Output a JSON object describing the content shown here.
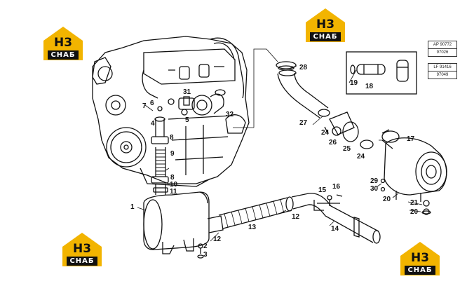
{
  "brand": {
    "logo_glyph": "H3",
    "logo_word": "СНАБ",
    "accent_color": "#f2b400",
    "ink_color": "#111111"
  },
  "ref_tables": [
    {
      "rows": [
        "AP 90772",
        "97026"
      ]
    },
    {
      "rows": [
        "LF 91416",
        "97049"
      ]
    }
  ],
  "callouts": {
    "c1": "1",
    "c2": "2",
    "c3": "3",
    "c4": "4",
    "c5": "5",
    "c6": "6",
    "c7": "7",
    "c8a": "8",
    "c8b": "8",
    "c9": "9",
    "c10": "10",
    "c11": "11",
    "c12a": "12",
    "c12b": "12",
    "c13": "13",
    "c14": "14",
    "c15": "15",
    "c16": "16",
    "c17": "17",
    "c18": "18",
    "c19": "19",
    "c20a": "20",
    "c20b": "20",
    "c21": "21",
    "c24a": "24",
    "c24b": "24",
    "c25": "25",
    "c26": "26",
    "c27": "27",
    "c28": "28",
    "c29": "29",
    "c30": "30",
    "c31": "31",
    "c32": "32"
  }
}
